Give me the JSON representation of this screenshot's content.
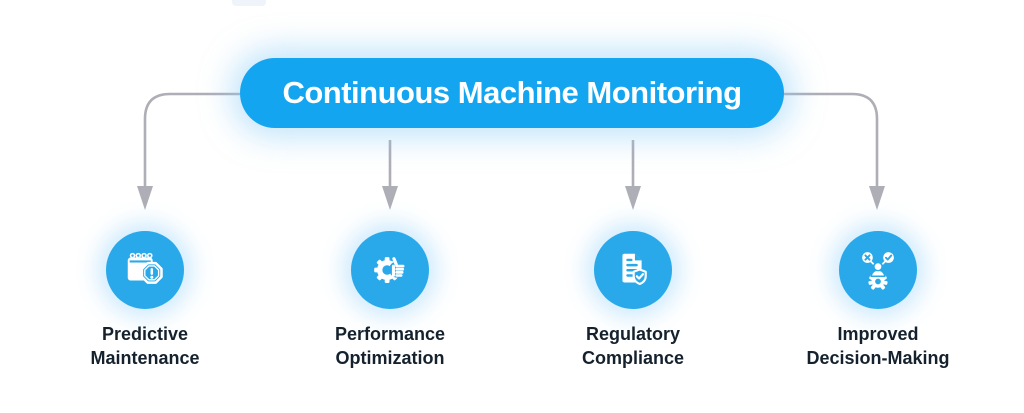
{
  "diagram": {
    "title": "Continuous Machine Monitoring",
    "branches": [
      {
        "label": "Predictive\nMaintenance",
        "icon": "calendar-alert-icon"
      },
      {
        "label": "Performance\nOptimization",
        "icon": "gear-thumbs-up-icon"
      },
      {
        "label": "Regulatory\nCompliance",
        "icon": "document-shield-check-icon"
      },
      {
        "label": "Improved\nDecision-Making",
        "icon": "figure-check-cross-icon"
      }
    ]
  },
  "colors": {
    "title_pill_blue": "#14A5F0",
    "icon_circle_blue": "#29A9EA",
    "connector_gray": "#AEAEB6",
    "label_text": "#15222E",
    "glow_blue": "#BFE4FA",
    "background": "#FFFFFF"
  }
}
